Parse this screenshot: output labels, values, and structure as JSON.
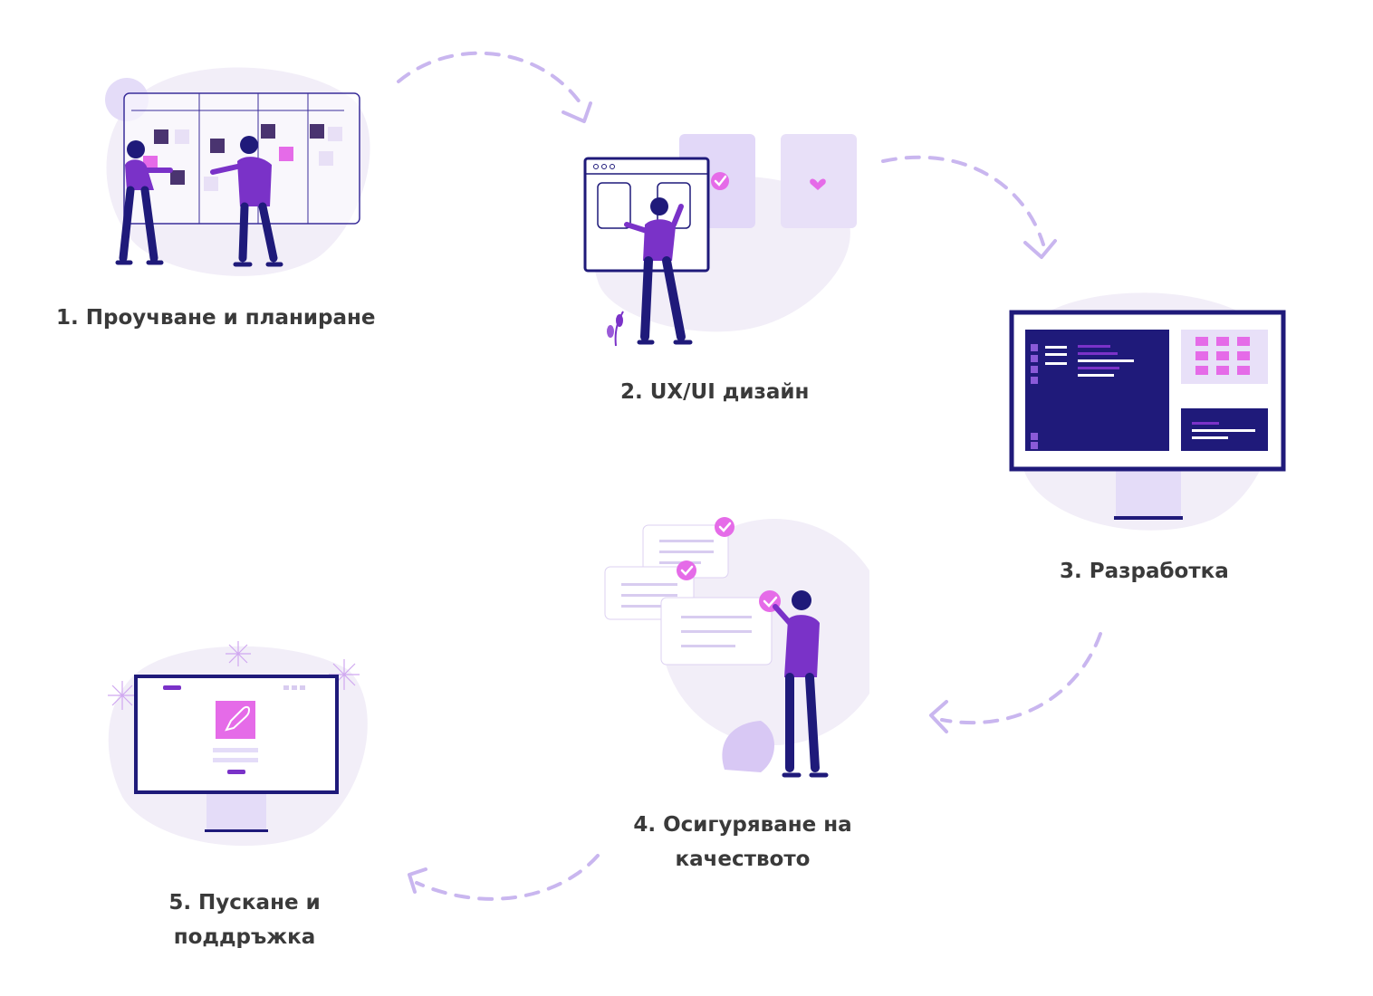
{
  "steps": [
    {
      "label": "1. Проучване и планиране"
    },
    {
      "label_line1": "2. UX/UI дизайн"
    },
    {
      "label": "3. Разработка"
    },
    {
      "label_line1": "4. Осигуряване на",
      "label_line2": "качеството"
    },
    {
      "label_line1": "5. Пускане и",
      "label_line2": "поддръжка"
    }
  ],
  "colors": {
    "navy": "#1f1a7a",
    "purple": "#7a32c8",
    "magenta": "#e56be8",
    "lavender": "#d8c8f4",
    "blob": "#f2eef8",
    "arrow": "#c9b6ef",
    "text": "#3a3a3a"
  },
  "icons": [
    "planning-board-illustration",
    "ux-design-illustration",
    "development-monitor-illustration",
    "qa-checklist-illustration",
    "launch-monitor-illustration",
    "flow-arrow"
  ]
}
